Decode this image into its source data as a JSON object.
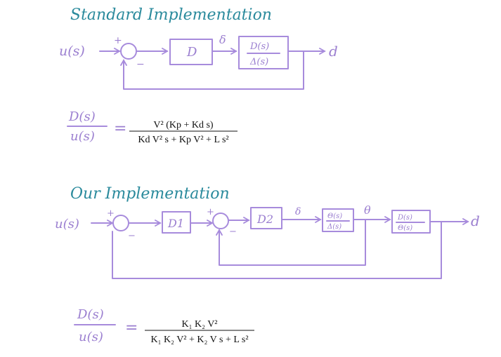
{
  "colors": {
    "heading": "#2a8a9c",
    "ink": "#a78bdc",
    "equation": "#111111"
  },
  "standard": {
    "title": "Standard Implementation",
    "input": "u(s)",
    "plus": "+",
    "minus": "−",
    "block_d": "D",
    "delta": "δ",
    "plant_num": "D(s)",
    "plant_den": "Δ(s)",
    "output": "d",
    "ratio_num": "D(s)",
    "ratio_den": "u(s)",
    "equals": "=",
    "tf_num": "V² (Kp + Kd s)",
    "tf_den": "Kd V² s + Kp V² + L s²"
  },
  "ours": {
    "title": "Our Implementation",
    "input": "u(s)",
    "plus1": "+",
    "minus1": "−",
    "block_d1": "D1",
    "plus2": "+",
    "minus2": "−",
    "block_d2": "D2",
    "delta": "δ",
    "plant1_num": "Θ(s)",
    "plant1_den": "Δ(s)",
    "theta": "θ",
    "plant2_num": "D(s)",
    "plant2_den": "Θ(s)",
    "output": "d",
    "ratio_num": "D(s)",
    "ratio_den": "u(s)",
    "equals": "=",
    "tf_num": "K₁ K₂ V²",
    "tf_den": "K₁ K₂ V² + K₂ V s + L s²"
  }
}
